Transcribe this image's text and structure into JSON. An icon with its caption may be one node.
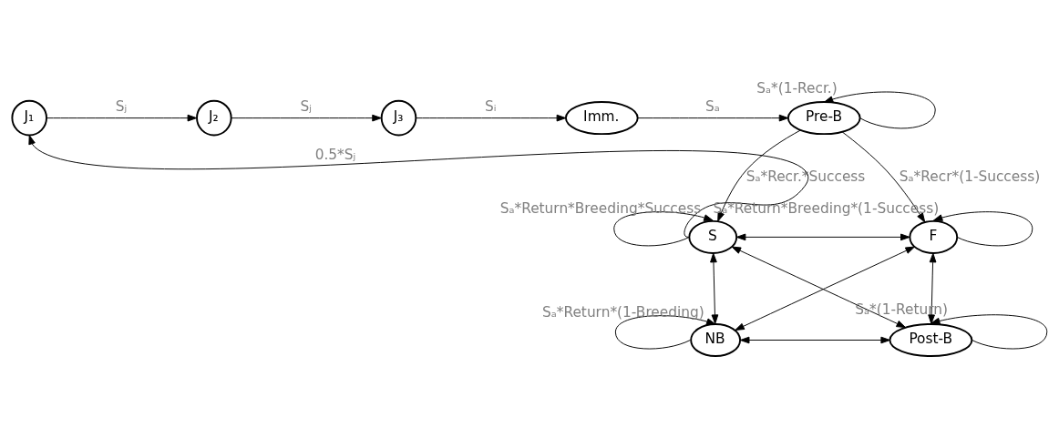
{
  "diagram": {
    "nodes": [
      {
        "text": [
          "J₁"
        ]
      },
      {
        "text": [
          "J₂"
        ]
      },
      {
        "text": [
          "J₃"
        ]
      },
      {
        "text": [
          "Imm."
        ]
      },
      {
        "text": [
          "Pre-B"
        ]
      },
      {
        "text": [
          "S"
        ]
      },
      {
        "text": [
          "F"
        ]
      },
      {
        "text": [
          "NB"
        ]
      },
      {
        "text": [
          "Post-B"
        ]
      }
    ],
    "edges": [
      {
        "from": 0,
        "to": 1,
        "arrow": "to",
        "label": "Sⱼ"
      },
      {
        "from": 1,
        "to": 2,
        "arrow": "to",
        "label": "Sⱼ"
      },
      {
        "from": 2,
        "to": 3,
        "arrow": "to",
        "label": "Sᵢ"
      },
      {
        "from": 3,
        "to": 4,
        "arrow": "to",
        "label": "Sₐ"
      },
      {
        "from": 4,
        "to": 4,
        "arrow": "to",
        "label": "Sₐ*(1-Recr.)"
      },
      {
        "from": 4,
        "to": 5,
        "arrow": "to",
        "label": "Sₐ*Recr.*Success"
      },
      {
        "from": 4,
        "to": 6,
        "arrow": "to",
        "label": "Sₐ*Recr*(1-Success)"
      },
      {
        "from": 5,
        "to": 0,
        "arrow": "to",
        "label": "0.5*Sⱼ"
      },
      {
        "from": 5,
        "to": 5,
        "arrow": "to",
        "label": "Sₐ*Return*Breeding*Success"
      },
      {
        "from": 6,
        "to": 6,
        "arrow": "to",
        "label": "Sₐ*Return*Breeding*(1-Success)"
      },
      {
        "from": 5,
        "to": 6,
        "arrow": "both"
      },
      {
        "from": 5,
        "to": 7,
        "arrow": "both"
      },
      {
        "from": 5,
        "to": 8,
        "arrow": "both"
      },
      {
        "from": 6,
        "to": 7,
        "arrow": "both"
      },
      {
        "from": 6,
        "to": 8,
        "arrow": "both"
      },
      {
        "from": 7,
        "to": 8,
        "arrow": "both"
      },
      {
        "from": 7,
        "to": 7,
        "arrow": "to",
        "label": "Sₐ*Return*(1-Breeding)"
      },
      {
        "from": 8,
        "to": 8,
        "arrow": "to",
        "label": "Sₐ*(1-Return)"
      }
    ]
  }
}
